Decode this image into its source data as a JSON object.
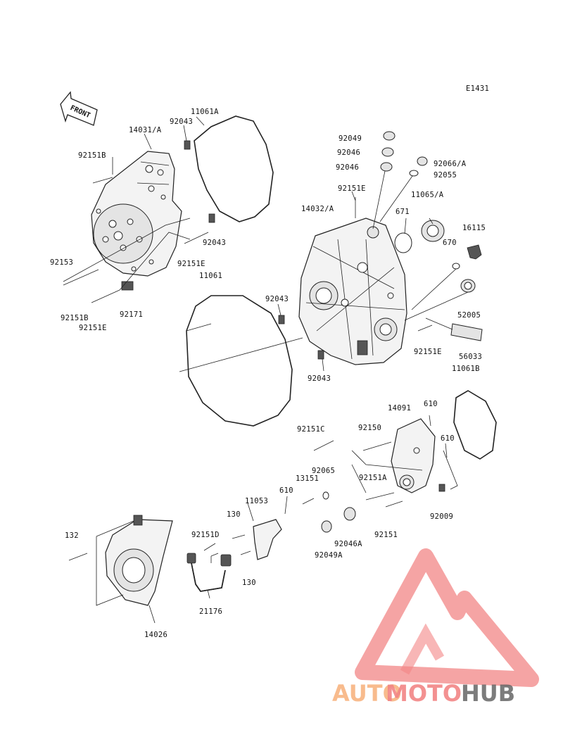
{
  "diagram_code": "E1431",
  "front_arrow_label": "FRONT",
  "watermark": {
    "part1": "AUTO",
    "part2": "MOTO",
    "part3": "HUB",
    "color_light": "#f7b07a",
    "color_mid": "#f06a6a",
    "color_dark": "#4a4a4a"
  },
  "labels": {
    "p92049": "92049",
    "p92046_top": "92046",
    "p92046_mid": "92046",
    "p92066A": "92066/A",
    "p92055": "92055",
    "p11061A": "11061A",
    "p92043_a": "92043",
    "p14031A": "14031/A",
    "p92151B_a": "92151B",
    "p92151E_a": "92151E",
    "p14032A": "14032/A",
    "p671": "671",
    "p11065A": "11065/A",
    "p16115": "16115",
    "p670": "670",
    "p92043_b": "92043",
    "p92151E_b": "92151E",
    "p92153": "92153",
    "p11061": "11061",
    "p92171": "92171",
    "p92151B_b": "92151B",
    "p92151E_c": "92151E",
    "p92043_c": "92043",
    "p52005": "52005",
    "p92151E_d": "92151E",
    "p92043_d": "92043",
    "p56033": "56033",
    "p11061B": "11061B",
    "p14091": "14091",
    "p610_a": "610",
    "p92151C": "92151C",
    "p92150": "92150",
    "p610_b": "610",
    "p92065": "92065",
    "p13151": "13151",
    "p92151A": "92151A",
    "p11053": "11053",
    "p610_c": "610",
    "p92009": "92009",
    "p130_a": "130",
    "p132": "132",
    "p92151D": "92151D",
    "p92046A": "92046A",
    "p92151": "92151",
    "p92049A": "92049A",
    "p130_b": "130",
    "p21176": "21176",
    "p14026": "14026"
  }
}
